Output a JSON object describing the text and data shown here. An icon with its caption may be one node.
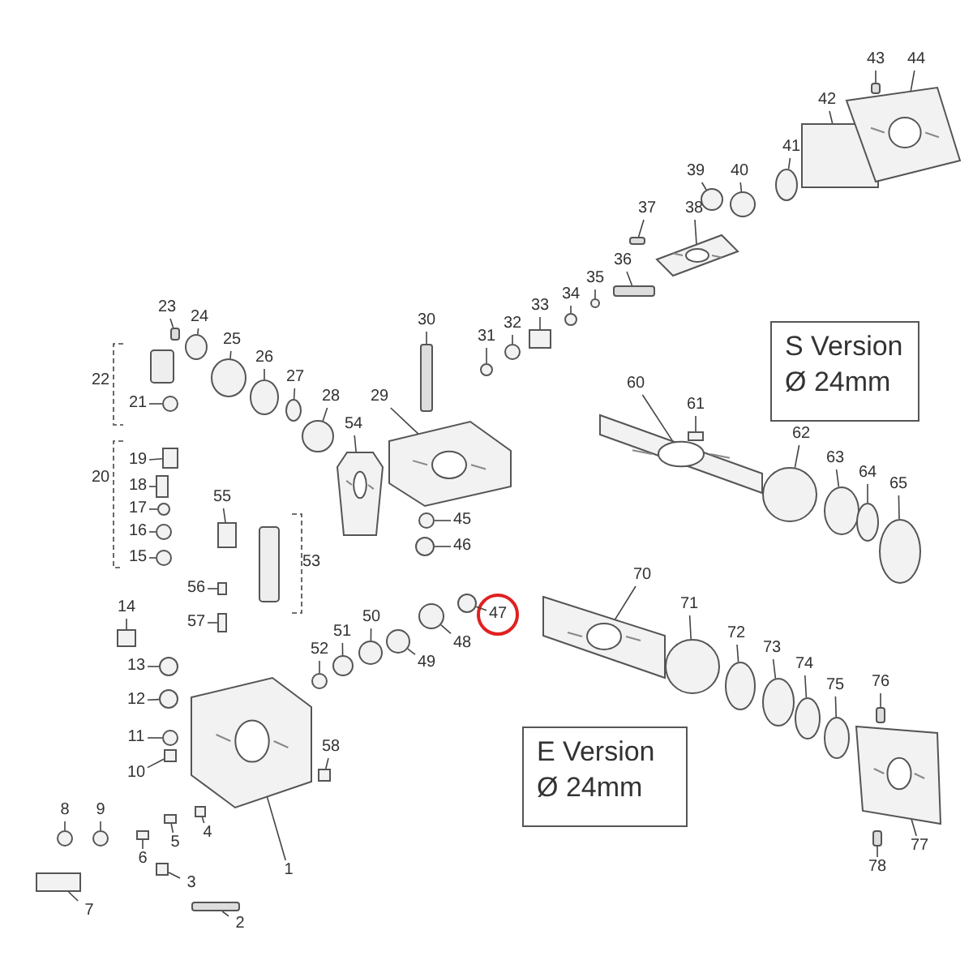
{
  "diagram": {
    "nodes": [
      {
        "text": [
          "1"
        ]
      },
      {
        "text": [
          "2"
        ]
      },
      {
        "text": [
          "3"
        ]
      },
      {
        "text": [
          "4"
        ]
      },
      {
        "text": [
          "5"
        ]
      },
      {
        "text": [
          "6"
        ]
      },
      {
        "text": [
          "7"
        ]
      },
      {
        "text": [
          "8"
        ]
      },
      {
        "text": [
          "9"
        ]
      },
      {
        "text": [
          "10"
        ]
      },
      {
        "text": [
          "11"
        ]
      },
      {
        "text": [
          "12"
        ]
      },
      {
        "text": [
          "13"
        ]
      },
      {
        "text": [
          "14"
        ]
      },
      {
        "text": [
          "15"
        ]
      },
      {
        "text": [
          "16"
        ]
      },
      {
        "text": [
          "17"
        ]
      },
      {
        "text": [
          "18"
        ]
      },
      {
        "text": [
          "19"
        ]
      },
      {
        "text": [
          "21"
        ]
      },
      {
        "text": [
          "23"
        ]
      },
      {
        "text": [
          "24"
        ]
      },
      {
        "text": [
          "25"
        ]
      },
      {
        "text": [
          "26"
        ]
      },
      {
        "text": [
          "27"
        ]
      },
      {
        "text": [
          "28"
        ]
      },
      {
        "text": [
          "29"
        ]
      },
      {
        "text": [
          "30"
        ]
      },
      {
        "text": [
          "31"
        ]
      },
      {
        "text": [
          "32"
        ]
      },
      {
        "text": [
          "33"
        ]
      },
      {
        "text": [
          "34"
        ]
      },
      {
        "text": [
          "35"
        ]
      },
      {
        "text": [
          "36"
        ]
      },
      {
        "text": [
          "37"
        ]
      },
      {
        "text": [
          "38"
        ]
      },
      {
        "text": [
          "39"
        ]
      },
      {
        "text": [
          "40"
        ]
      },
      {
        "text": [
          "41"
        ]
      },
      {
        "text": [
          "42"
        ]
      },
      {
        "text": [
          "43"
        ]
      },
      {
        "text": [
          "44"
        ]
      },
      {
        "text": [
          "45"
        ]
      },
      {
        "text": [
          "46"
        ]
      },
      {
        "text": [
          "47"
        ]
      },
      {
        "text": [
          "48"
        ]
      },
      {
        "text": [
          "49"
        ]
      },
      {
        "text": [
          "50"
        ]
      },
      {
        "text": [
          "51"
        ]
      },
      {
        "text": [
          "52"
        ]
      },
      {
        "text": [
          "54"
        ]
      },
      {
        "text": [
          "55"
        ]
      },
      {
        "text": [
          "56"
        ]
      },
      {
        "text": [
          "57"
        ]
      },
      {
        "text": [
          "58"
        ]
      },
      {
        "text": [
          "60"
        ]
      },
      {
        "text": [
          "61"
        ]
      },
      {
        "text": [
          "62"
        ]
      },
      {
        "text": [
          "63"
        ]
      },
      {
        "text": [
          "64"
        ]
      },
      {
        "text": [
          "65"
        ]
      },
      {
        "text": [
          "70"
        ]
      },
      {
        "text": [
          "71"
        ]
      },
      {
        "text": [
          "72"
        ]
      },
      {
        "text": [
          "73"
        ]
      },
      {
        "text": [
          "74"
        ]
      },
      {
        "text": [
          "75"
        ]
      },
      {
        "text": [
          "76"
        ]
      },
      {
        "text": [
          "77"
        ]
      },
      {
        "text": [
          "78"
        ]
      },
      {
        "text": [
          "S Version",
          "Ø 24mm"
        ]
      },
      {
        "text": [
          "E Version",
          "Ø 24mm"
        ]
      },
      {
        "text": [],
        "shape": "picture"
      },
      {
        "text": [],
        "shape": "bar"
      },
      {
        "text": [],
        "shape": "box"
      },
      {
        "text": [],
        "shape": "box"
      },
      {
        "text": [],
        "shape": "box"
      },
      {
        "text": [],
        "shape": "box"
      },
      {
        "text": [],
        "shape": "box"
      },
      {
        "text": [],
        "shape": "circle"
      },
      {
        "text": [],
        "shape": "circle"
      },
      {
        "text": [],
        "shape": "box"
      },
      {
        "text": [],
        "shape": "circle"
      },
      {
        "text": [],
        "shape": "circle"
      },
      {
        "text": [],
        "shape": "circle"
      },
      {
        "text": [],
        "shape": "box"
      },
      {
        "text": [],
        "shape": "circle"
      },
      {
        "text": [],
        "shape": "circle"
      },
      {
        "text": [],
        "shape": "circle"
      },
      {
        "text": [],
        "shape": "box"
      },
      {
        "text": [],
        "shape": "box"
      },
      {
        "text": [],
        "shape": "circle"
      },
      {
        "text": [],
        "shape": "bar"
      },
      {
        "text": [],
        "shape": "circle"
      },
      {
        "text": [],
        "shape": "circle"
      },
      {
        "text": [],
        "shape": "circle"
      },
      {
        "text": [],
        "shape": "circle"
      },
      {
        "text": [],
        "shape": "circle"
      },
      {
        "text": [],
        "shape": "picture"
      },
      {
        "text": [],
        "shape": "bar"
      },
      {
        "text": [],
        "shape": "circle"
      },
      {
        "text": [],
        "shape": "circle"
      },
      {
        "text": [],
        "shape": "box"
      },
      {
        "text": [],
        "shape": "circle"
      },
      {
        "text": [],
        "shape": "circle"
      },
      {
        "text": [],
        "shape": "bar"
      },
      {
        "text": [],
        "shape": "bar"
      },
      {
        "text": [],
        "shape": "picture"
      },
      {
        "text": [],
        "shape": "circle"
      },
      {
        "text": [],
        "shape": "circle"
      },
      {
        "text": [],
        "shape": "circle"
      },
      {
        "text": [],
        "shape": "box"
      },
      {
        "text": [],
        "shape": "bar"
      },
      {
        "text": [],
        "shape": "picture"
      },
      {
        "text": [],
        "shape": "circle"
      },
      {
        "text": [],
        "shape": "circle"
      },
      {
        "text": [],
        "shape": "circle"
      },
      {
        "text": [],
        "shape": "circle"
      },
      {
        "text": [],
        "shape": "circle"
      },
      {
        "text": [],
        "shape": "circle"
      },
      {
        "text": [],
        "shape": "circle"
      },
      {
        "text": [],
        "shape": "circle"
      },
      {
        "text": [],
        "shape": "picture"
      },
      {
        "text": [],
        "shape": "box"
      },
      {
        "text": [],
        "shape": "box"
      },
      {
        "text": [],
        "shape": "box"
      },
      {
        "text": [],
        "shape": "box"
      },
      {
        "text": [],
        "shape": "picture"
      },
      {
        "text": [],
        "shape": "box"
      },
      {
        "text": [],
        "shape": "circle"
      },
      {
        "text": [],
        "shape": "circle"
      },
      {
        "text": [],
        "shape": "circle"
      },
      {
        "text": [],
        "shape": "circle"
      },
      {
        "text": [],
        "shape": "picture"
      },
      {
        "text": [],
        "shape": "circle"
      },
      {
        "text": [],
        "shape": "circle"
      },
      {
        "text": [],
        "shape": "circle"
      },
      {
        "text": [],
        "shape": "circle"
      },
      {
        "text": [],
        "shape": "circle"
      },
      {
        "text": [],
        "shape": "bar"
      },
      {
        "text": [],
        "shape": "picture"
      },
      {
        "text": [],
        "shape": "bar"
      }
    ],
    "edges": [
      {
        "from": 0,
        "to": 72,
        "arrow": "none"
      },
      {
        "from": 1,
        "to": 73,
        "arrow": "none"
      },
      {
        "from": 2,
        "to": 74,
        "arrow": "none"
      },
      {
        "from": 3,
        "to": 75,
        "arrow": "none"
      },
      {
        "from": 4,
        "to": 76,
        "arrow": "none"
      },
      {
        "from": 5,
        "to": 77,
        "arrow": "none"
      },
      {
        "from": 6,
        "to": 78,
        "arrow": "none"
      },
      {
        "from": 7,
        "to": 79,
        "arrow": "none"
      },
      {
        "from": 8,
        "to": 80,
        "arrow": "none"
      },
      {
        "from": 9,
        "to": 81,
        "arrow": "none"
      },
      {
        "from": 10,
        "to": 82,
        "arrow": "none"
      },
      {
        "from": 11,
        "to": 83,
        "arrow": "none"
      },
      {
        "from": 12,
        "to": 84,
        "arrow": "none"
      },
      {
        "from": 13,
        "to": 85,
        "arrow": "none"
      },
      {
        "from": 14,
        "to": 86,
        "arrow": "none"
      },
      {
        "from": 15,
        "to": 87,
        "arrow": "none"
      },
      {
        "from": 16,
        "to": 88,
        "arrow": "none"
      },
      {
        "from": 17,
        "to": 89,
        "arrow": "none"
      },
      {
        "from": 18,
        "to": 90,
        "arrow": "none"
      },
      {
        "from": 19,
        "to": 91,
        "arrow": "none"
      },
      {
        "from": 20,
        "to": 92,
        "arrow": "none"
      },
      {
        "from": 21,
        "to": 93,
        "arrow": "none"
      },
      {
        "from": 22,
        "to": 94,
        "arrow": "none"
      },
      {
        "from": 23,
        "to": 95,
        "arrow": "none"
      },
      {
        "from": 24,
        "to": 96,
        "arrow": "none"
      },
      {
        "from": 25,
        "to": 97,
        "arrow": "none"
      },
      {
        "from": 26,
        "to": 98,
        "arrow": "none"
      },
      {
        "from": 27,
        "to": 99,
        "arrow": "none"
      },
      {
        "from": 28,
        "to": 100,
        "arrow": "none"
      },
      {
        "from": 29,
        "to": 101,
        "arrow": "none"
      },
      {
        "from": 30,
        "to": 102,
        "arrow": "none"
      },
      {
        "from": 31,
        "to": 103,
        "arrow": "none"
      },
      {
        "from": 32,
        "to": 104,
        "arrow": "none"
      },
      {
        "from": 33,
        "to": 105,
        "arrow": "none"
      },
      {
        "from": 34,
        "to": 106,
        "arrow": "none"
      },
      {
        "from": 35,
        "to": 107,
        "arrow": "none"
      },
      {
        "from": 36,
        "to": 108,
        "arrow": "none"
      },
      {
        "from": 37,
        "to": 109,
        "arrow": "none"
      },
      {
        "from": 38,
        "to": 110,
        "arrow": "none"
      },
      {
        "from": 39,
        "to": 111,
        "arrow": "none"
      },
      {
        "from": 40,
        "to": 112,
        "arrow": "none"
      },
      {
        "from": 41,
        "to": 113,
        "arrow": "none"
      },
      {
        "from": 42,
        "to": 114,
        "arrow": "none"
      },
      {
        "from": 43,
        "to": 115,
        "arrow": "none"
      },
      {
        "from": 44,
        "to": 116,
        "arrow": "none"
      },
      {
        "from": 45,
        "to": 117,
        "arrow": "none"
      },
      {
        "from": 46,
        "to": 118,
        "arrow": "none"
      },
      {
        "from": 47,
        "to": 119,
        "arrow": "none"
      },
      {
        "from": 48,
        "to": 120,
        "arrow": "none"
      },
      {
        "from": 49,
        "to": 121,
        "arrow": "none"
      },
      {
        "from": 50,
        "to": 122,
        "arrow": "none"
      },
      {
        "from": 51,
        "to": 123,
        "arrow": "none"
      },
      {
        "from": 52,
        "to": 124,
        "arrow": "none"
      },
      {
        "from": 53,
        "to": 125,
        "arrow": "none"
      },
      {
        "from": 54,
        "to": 126,
        "arrow": "none"
      },
      {
        "from": 55,
        "to": 127,
        "arrow": "none"
      },
      {
        "from": 56,
        "to": 128,
        "arrow": "none"
      },
      {
        "from": 57,
        "to": 129,
        "arrow": "none"
      },
      {
        "from": 58,
        "to": 130,
        "arrow": "none"
      },
      {
        "from": 59,
        "to": 131,
        "arrow": "none"
      },
      {
        "from": 60,
        "to": 132,
        "arrow": "none"
      },
      {
        "from": 61,
        "to": 133,
        "arrow": "none"
      },
      {
        "from": 62,
        "to": 134,
        "arrow": "none"
      },
      {
        "from": 63,
        "to": 135,
        "arrow": "none"
      },
      {
        "from": 64,
        "to": 136,
        "arrow": "none"
      },
      {
        "from": 65,
        "to": 137,
        "arrow": "none"
      },
      {
        "from": 66,
        "to": 138,
        "arrow": "none"
      },
      {
        "from": 67,
        "to": 139,
        "arrow": "none"
      },
      {
        "from": 68,
        "to": 140,
        "arrow": "none"
      },
      {
        "from": 69,
        "to": 141,
        "arrow": "none"
      }
    ],
    "labels": [
      "22",
      "20",
      "53"
    ]
  }
}
